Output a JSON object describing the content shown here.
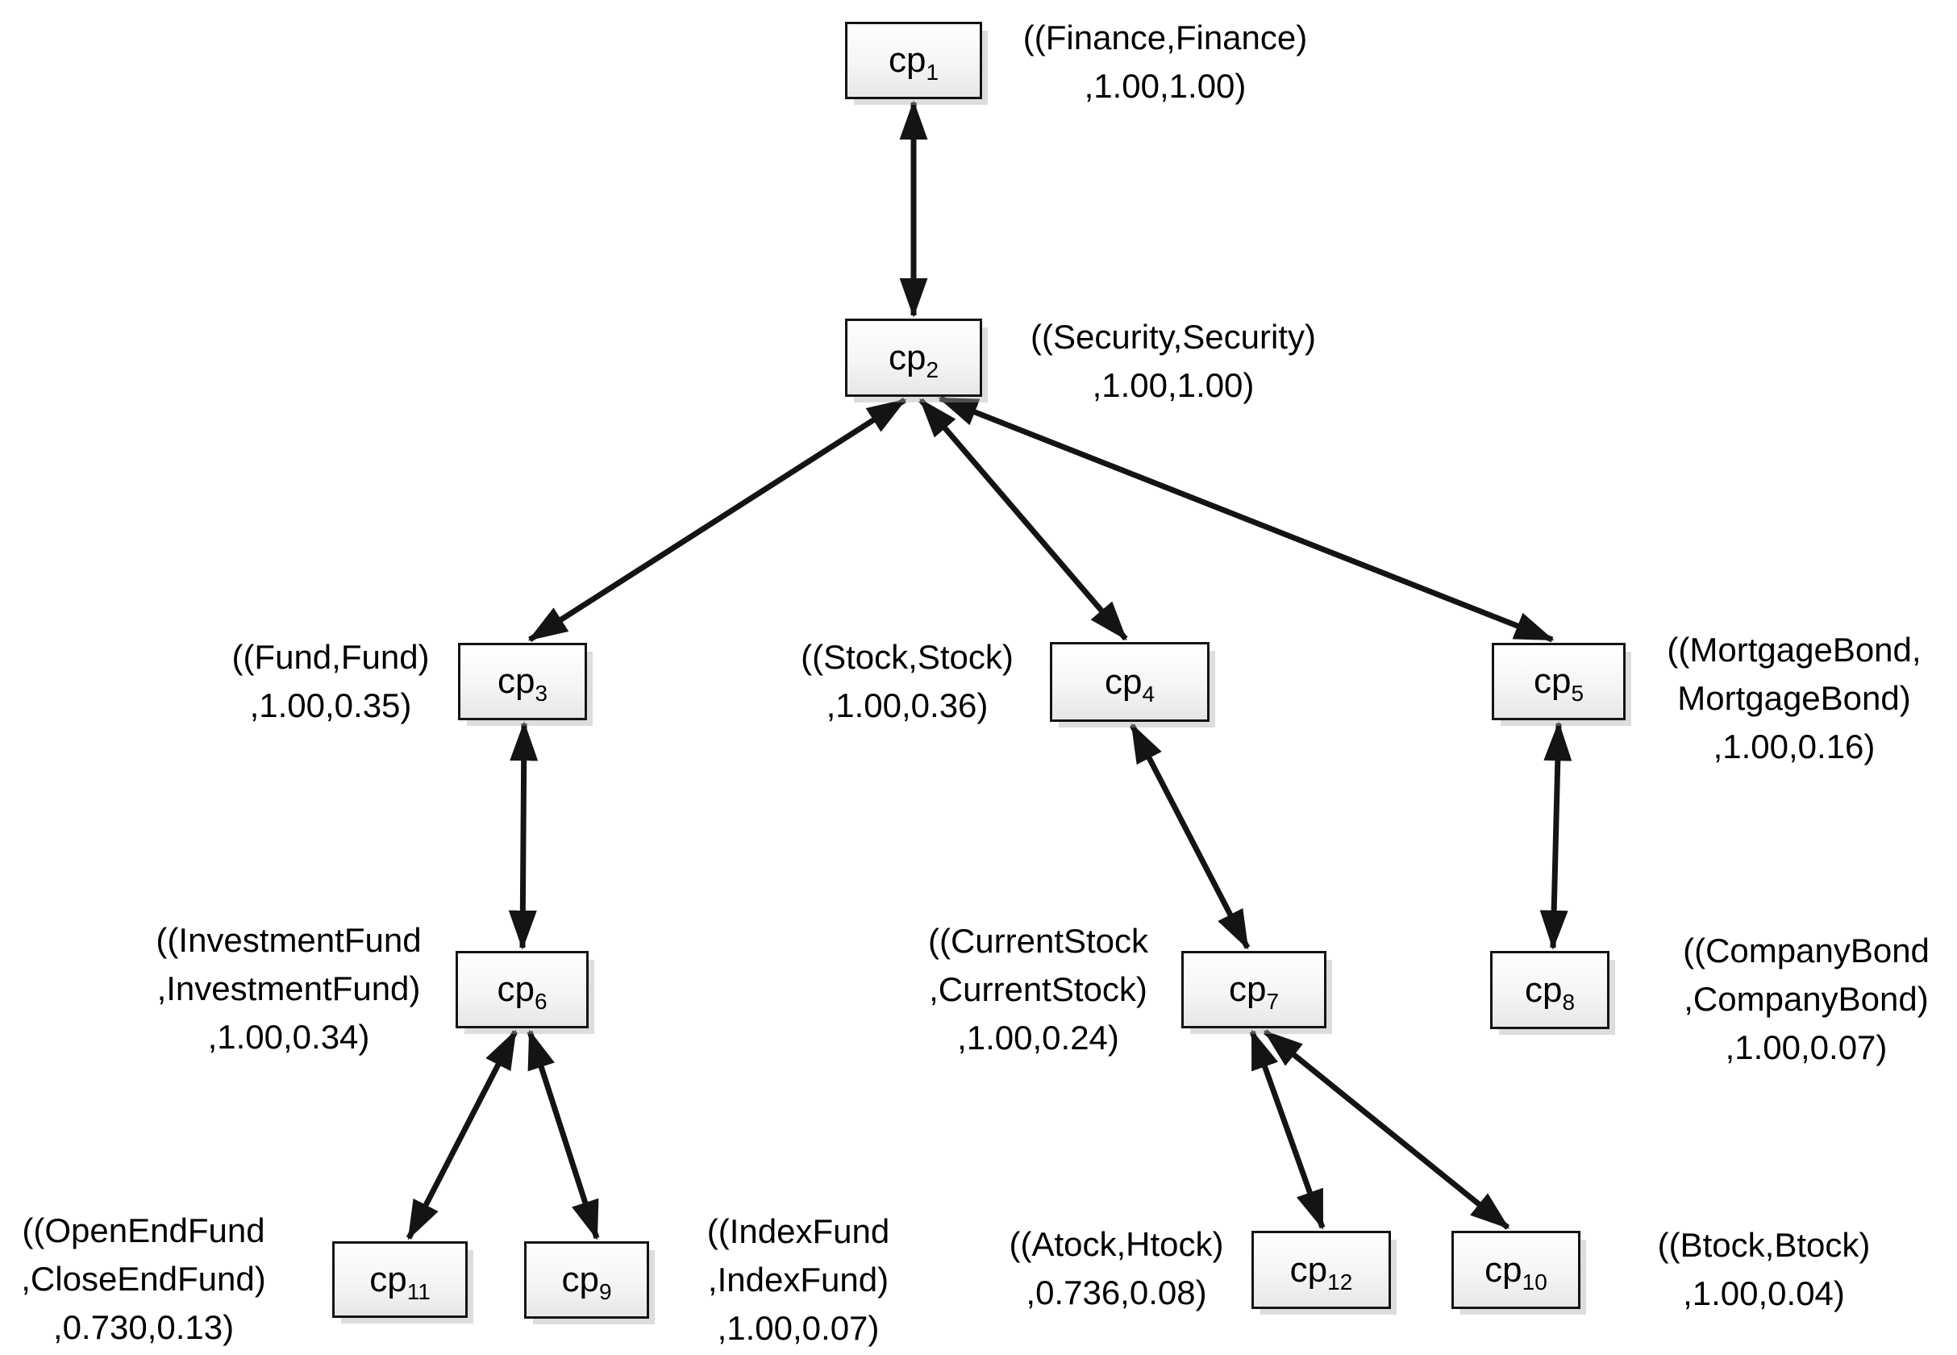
{
  "diagram": {
    "background_color": "#ffffff",
    "text_color": "#000000",
    "edge_color": "#141414",
    "node_fill_top": "#ffffff",
    "node_fill_bottom": "#e7e7e7",
    "nodes": [
      {
        "id": "cp1",
        "label": "cp",
        "subscript": "1",
        "annotation": [
          "((Finance,Finance)",
          ",1.00,1.00)"
        ]
      },
      {
        "id": "cp2",
        "label": "cp",
        "subscript": "2",
        "annotation": [
          "((Security,Security)",
          ",1.00,1.00)"
        ]
      },
      {
        "id": "cp3",
        "label": "cp",
        "subscript": "3",
        "annotation": [
          "((Fund,Fund)",
          ",1.00,0.35)"
        ]
      },
      {
        "id": "cp4",
        "label": "cp",
        "subscript": "4",
        "annotation": [
          "((Stock,Stock)",
          ",1.00,0.36)"
        ]
      },
      {
        "id": "cp5",
        "label": "cp",
        "subscript": "5",
        "annotation": [
          "((MortgageBond,",
          "MortgageBond)",
          ",1.00,0.16)"
        ]
      },
      {
        "id": "cp6",
        "label": "cp",
        "subscript": "6",
        "annotation": [
          "((InvestmentFund",
          ",InvestmentFund)",
          ",1.00,0.34)"
        ]
      },
      {
        "id": "cp7",
        "label": "cp",
        "subscript": "7",
        "annotation": [
          "((CurrentStock",
          ",CurrentStock)",
          ",1.00,0.24)"
        ]
      },
      {
        "id": "cp8",
        "label": "cp",
        "subscript": "8",
        "annotation": [
          "((CompanyBond",
          ",CompanyBond)",
          ",1.00,0.07)"
        ]
      },
      {
        "id": "cp9",
        "label": "cp",
        "subscript": "9",
        "annotation": [
          "((IndexFund",
          ",IndexFund)",
          ",1.00,0.07)"
        ]
      },
      {
        "id": "cp10",
        "label": "cp",
        "subscript": "10",
        "annotation": [
          "((Btock,Btock)",
          ",1.00,0.04)"
        ]
      },
      {
        "id": "cp11",
        "label": "cp",
        "subscript": "11",
        "annotation": [
          "((OpenEndFund",
          ",CloseEndFund)",
          ",0.730,0.13)"
        ]
      },
      {
        "id": "cp12",
        "label": "cp",
        "subscript": "12",
        "annotation": [
          "((Atock,Htock)",
          ",0.736,0.08)"
        ]
      }
    ],
    "edges": [
      {
        "from": "cp1",
        "to": "cp2",
        "bidirectional": true
      },
      {
        "from": "cp2",
        "to": "cp3",
        "bidirectional": true
      },
      {
        "from": "cp2",
        "to": "cp4",
        "bidirectional": true
      },
      {
        "from": "cp2",
        "to": "cp5",
        "bidirectional": true
      },
      {
        "from": "cp3",
        "to": "cp6",
        "bidirectional": true
      },
      {
        "from": "cp4",
        "to": "cp7",
        "bidirectional": true
      },
      {
        "from": "cp5",
        "to": "cp8",
        "bidirectional": true
      },
      {
        "from": "cp6",
        "to": "cp11",
        "bidirectional": true
      },
      {
        "from": "cp6",
        "to": "cp9",
        "bidirectional": true
      },
      {
        "from": "cp7",
        "to": "cp12",
        "bidirectional": true
      },
      {
        "from": "cp7",
        "to": "cp10",
        "bidirectional": true
      }
    ]
  }
}
